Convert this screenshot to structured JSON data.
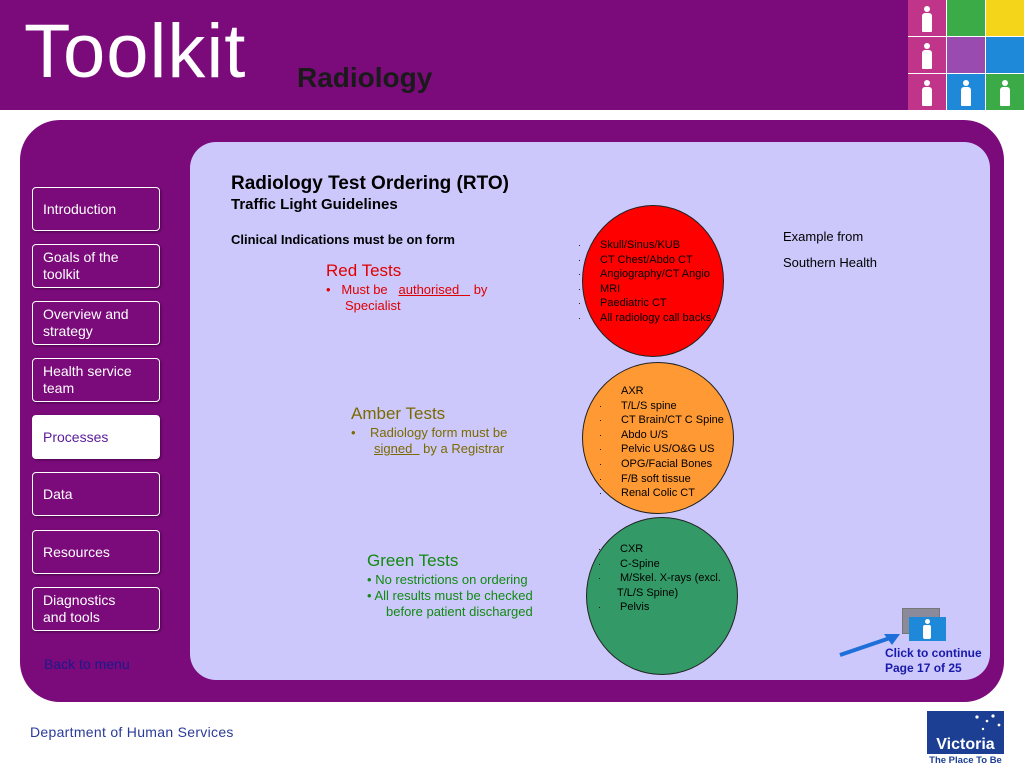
{
  "header": {
    "title": "Toolkit",
    "section": "Radiology"
  },
  "nav": {
    "items": [
      {
        "label": "Introduction"
      },
      {
        "label": "Goals of the\ntoolkit"
      },
      {
        "label": "Overview and\n strategy"
      },
      {
        "label": "Health service\nteam"
      },
      {
        "label": "Processes"
      },
      {
        "label": "Data"
      },
      {
        "label": "Resources"
      },
      {
        "label": "Diagnostics\nand tools"
      }
    ],
    "active": "Processes",
    "back": "Back to menu"
  },
  "main": {
    "title": "Radiology Test Ordering (RTO)",
    "subtitle": "Traffic Light Guidelines",
    "clinical": "Clinical Indications must be on form",
    "example_line1": "Example from",
    "example_line2": "Southern Health",
    "red": {
      "title": "Red Tests",
      "bullet_pre": "Must be",
      "bullet_u": "authorised",
      "bullet_post": "by",
      "bullet_line2": "Specialist",
      "items": [
        "Skull/Sinus/KUB",
        "CT Chest/Abdo CT",
        "Angiography/CT Angio",
        "MRI",
        "Paediatric CT",
        "All radiology call backs"
      ],
      "color": "#ff0000"
    },
    "amber": {
      "title": "Amber Tests",
      "bullet_line1": "Radiology form must be",
      "bullet_u": "signed",
      "bullet_post": "by a Registrar",
      "items": [
        "AXR",
        "T/L/S spine",
        "CT Brain/CT C Spine",
        "Abdo U/S",
        "Pelvic US/O&G US",
        "OPG/Facial Bones",
        "F/B soft tissue",
        "Renal Colic CT"
      ],
      "color": "#ff9933"
    },
    "green": {
      "title": "Green Tests",
      "bullet1": "No restrictions on ordering",
      "bullet2": "All results must be checked",
      "bullet2_line2": "before patient discharged",
      "items": [
        "CXR",
        "C-Spine",
        "M/Skel.  X-rays (excl.",
        "Pelvis"
      ],
      "item_cont": "T/L/S Spine)",
      "color": "#339966"
    }
  },
  "footer": {
    "continue": "Click to continue",
    "page": "Page 17 of 25",
    "dept": "Department of Human Services",
    "logo": "Victoria",
    "tagline": "The Place To Be"
  }
}
